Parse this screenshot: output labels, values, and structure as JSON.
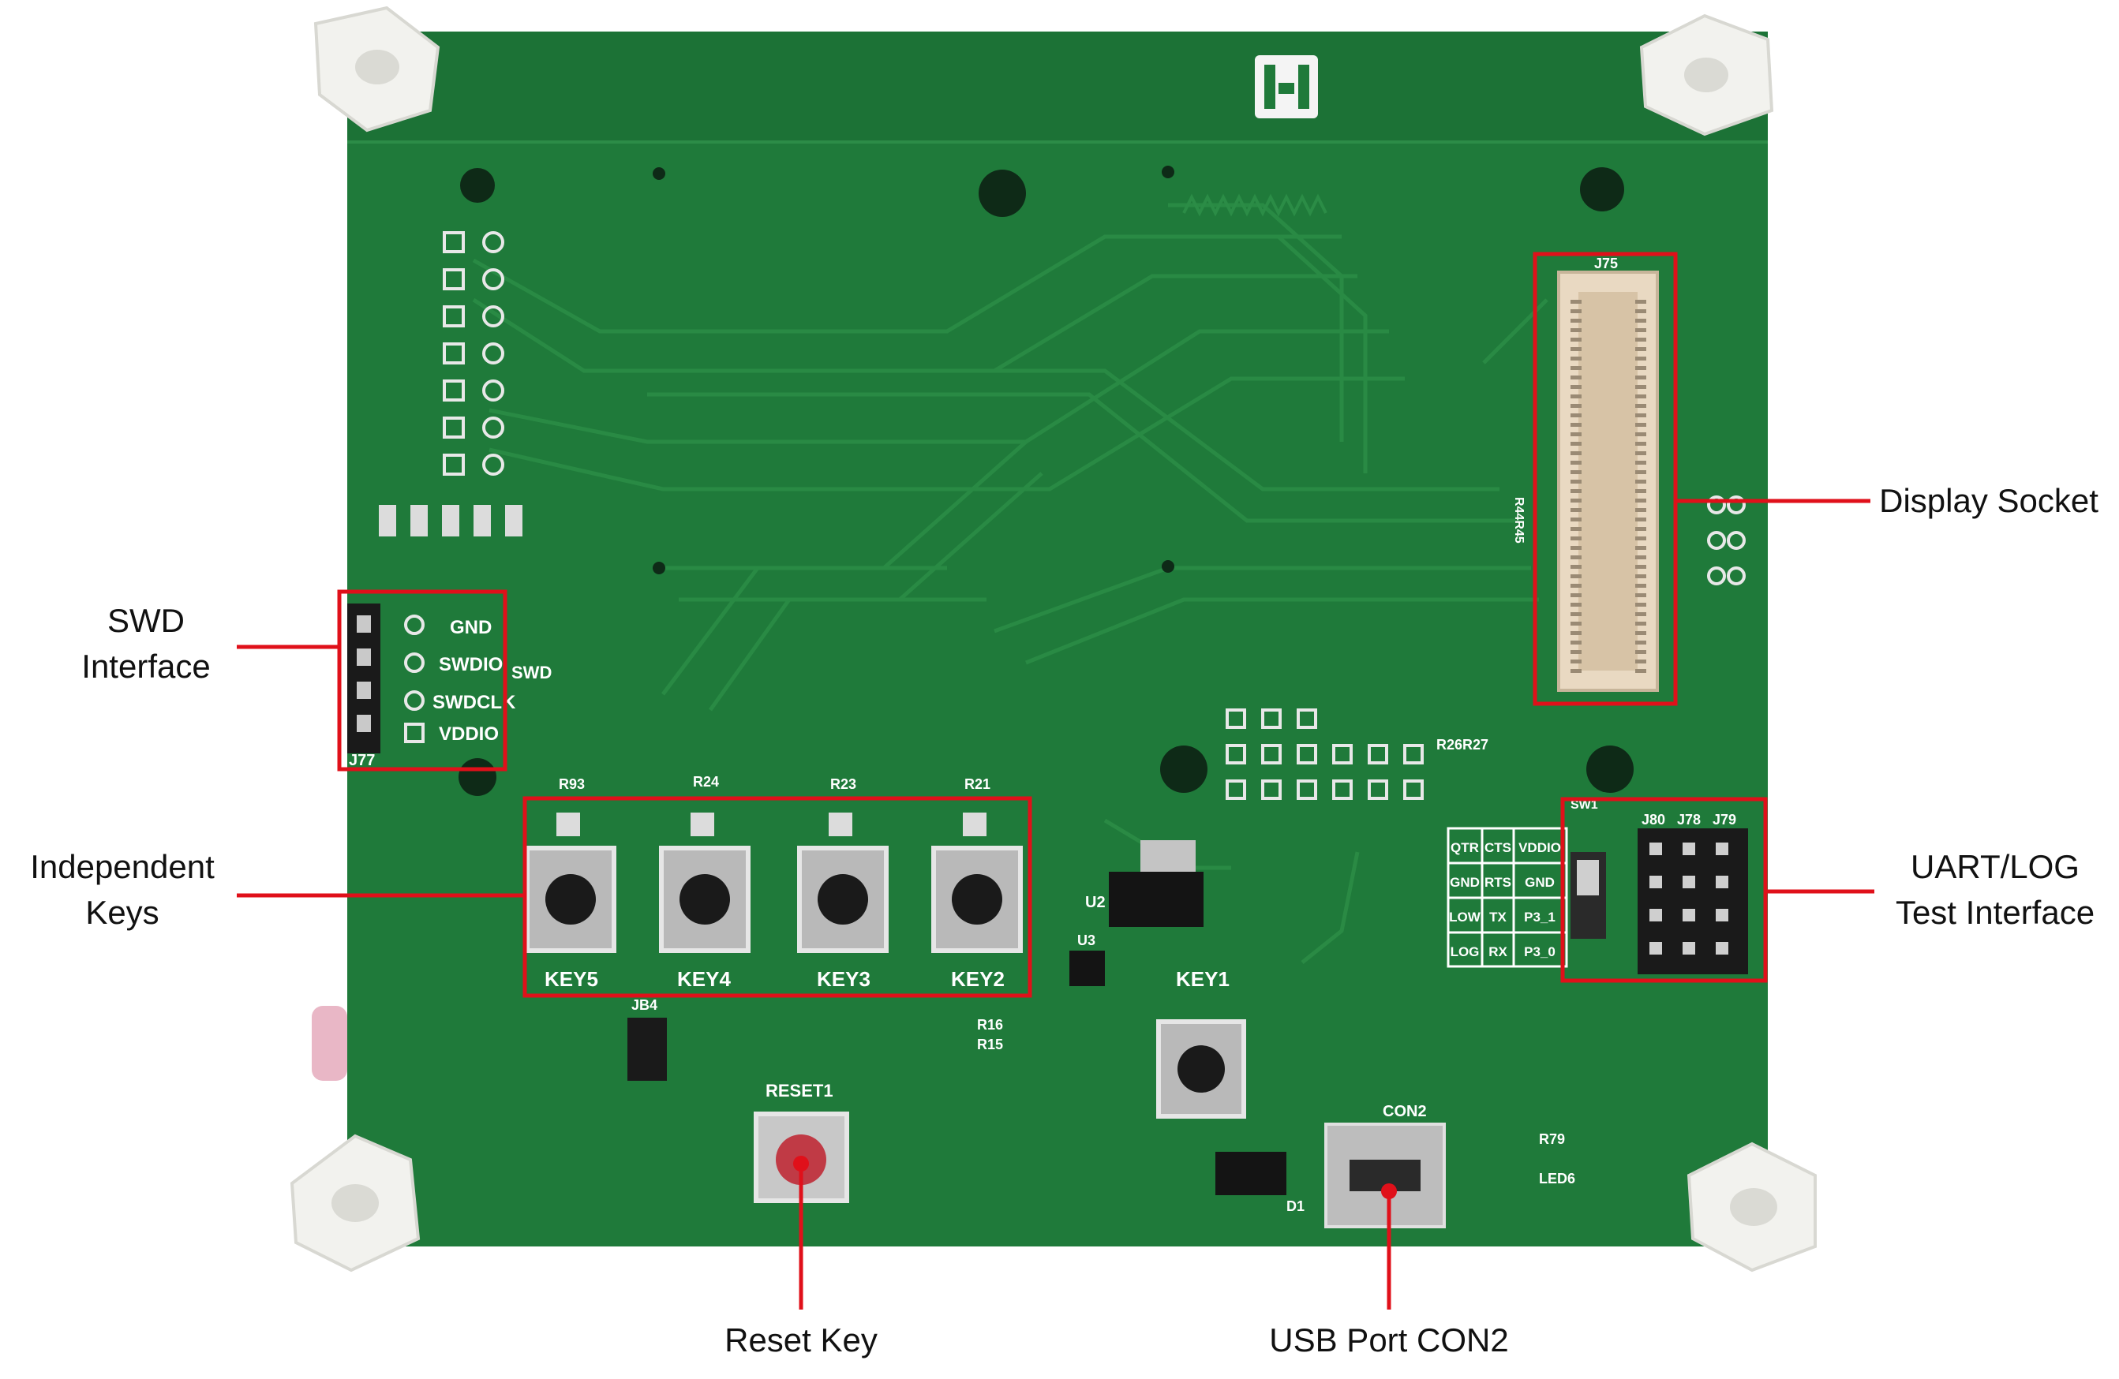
{
  "colors": {
    "pcb": "#1f7a3a",
    "pcb_dark": "#16602c",
    "trace": "#2a8c46",
    "callout_red": "#e0101a",
    "standoff": "#f2f2ee",
    "header_black": "#1a1a1a",
    "connector_tan": "#e9d9c2"
  },
  "callouts": {
    "swd": [
      "SWD",
      "Interface"
    ],
    "keys": [
      "Independent",
      "Keys"
    ],
    "display": [
      "Display Socket"
    ],
    "uart": [
      "UART/LOG",
      "Test Interface"
    ],
    "reset": [
      "Reset Key"
    ],
    "usb": [
      "USB Port CON2"
    ]
  },
  "silkscreen": {
    "swd_pins": [
      "GND",
      "SWDIO",
      "SWDCLK",
      "VDDIO"
    ],
    "swd_label": "SWD",
    "j77": "J77",
    "keys": [
      "KEY5",
      "KEY4",
      "KEY3",
      "KEY2",
      "KEY1"
    ],
    "key_resistors": [
      "R93",
      "R24",
      "R23",
      "R21"
    ],
    "reset": "RESET1",
    "con2": "CON2",
    "j75": "J75",
    "u2": "U2",
    "u3": "U3",
    "d1": "D1",
    "jb4": "JB4",
    "r16": "R16",
    "r15": "R15",
    "r79": "R79",
    "led6": "LED6",
    "r45": "R44R45",
    "r26": "R26R27",
    "uart_headers": [
      "J80",
      "J78",
      "J79"
    ],
    "sw1": "SW1",
    "uart_table": [
      [
        "QTR",
        "CTS",
        "VDDIO"
      ],
      [
        "GND",
        "RTS",
        "GND"
      ],
      [
        "LOW",
        "TX",
        "P3_1"
      ],
      [
        "LOG",
        "RX",
        "P3_0"
      ]
    ]
  }
}
